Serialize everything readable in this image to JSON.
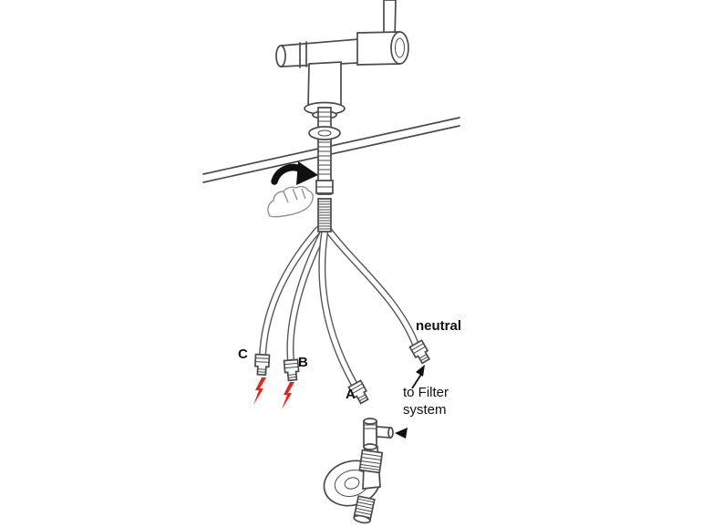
{
  "labels": {
    "hose_c": "C",
    "hose_b": "B",
    "hose_a": "A",
    "neutral": "neutral",
    "filter_system": "to Filter system"
  },
  "colors": {
    "line": "#4a4a4a",
    "black": "#101010",
    "hot": "#e6251d",
    "sketch": "#909090",
    "bg": "#ffffff"
  }
}
